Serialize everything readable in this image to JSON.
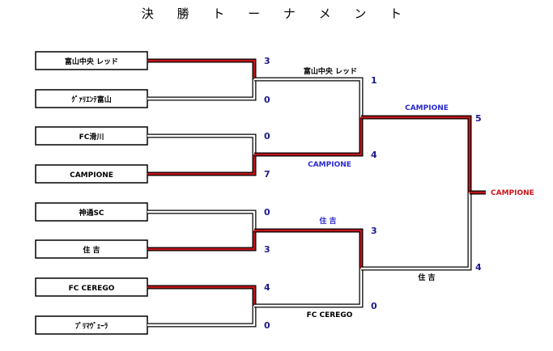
{
  "title": "決 勝 ト ー ナ メ ン ト",
  "teams": [
    "富山中央 レッド",
    "ｸﾞｧﾘｴﾝﾃ富山",
    "FC滑川",
    "CAMPIONE",
    "神通SC",
    "住 吉",
    "FC CEREGO",
    "ﾌﾟﾘﾏｳﾞｪｰﾗ"
  ],
  "round1": [
    {
      "winner": "富山中央 レッド",
      "score_top": "3",
      "score_bottom": "0"
    },
    {
      "winner": "CAMPIONE",
      "score_top": "0",
      "score_bottom": "7"
    },
    {
      "winner": "住 吉",
      "score_top": "0",
      "score_bottom": "3"
    },
    {
      "winner": "FC CEREGO",
      "score_top": "4",
      "score_bottom": "0"
    }
  ],
  "semis": [
    {
      "score_top": "1",
      "score_bottom": "4",
      "winner": "CAMPIONE"
    },
    {
      "score_top": "3",
      "score_bottom": "0",
      "winner": "住 吉"
    }
  ],
  "final": {
    "score_top": "5",
    "score_bottom": "4",
    "champion": "CAMPIONE"
  },
  "colors": {
    "win_line": "#c0151b",
    "loss_line": "#000000",
    "score": "#1a1a8c",
    "advance_blue": "#2b2bd0",
    "champion": "#d0151b"
  }
}
